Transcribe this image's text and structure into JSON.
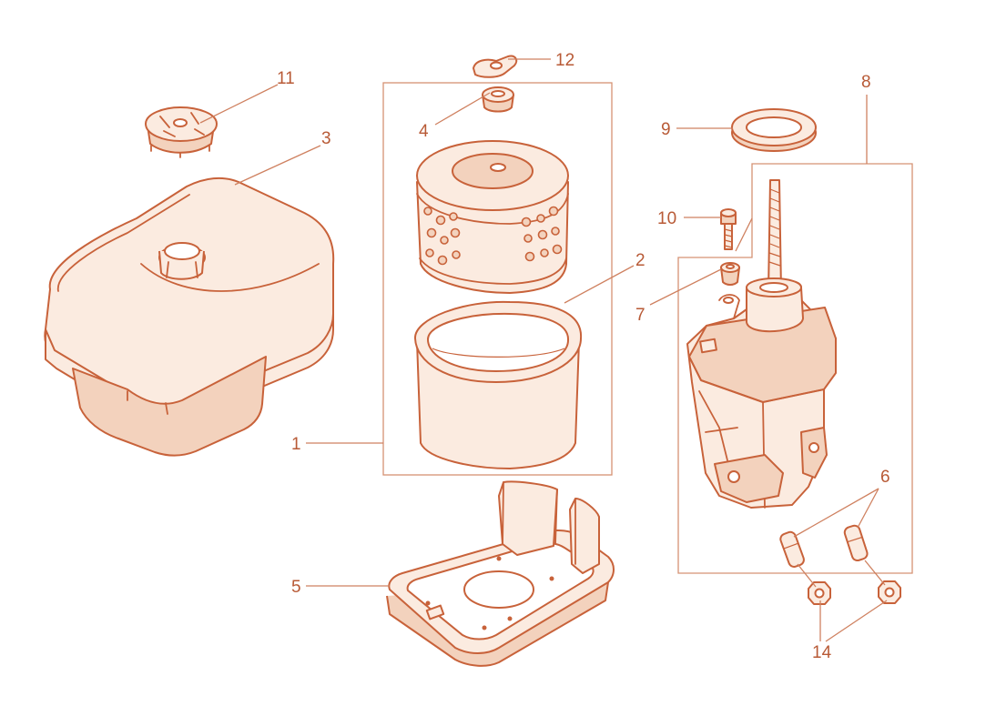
{
  "colors": {
    "line": "#c8623a",
    "fill": "#fbebe0",
    "shade": "#f3d2bd",
    "label": "#b85a36",
    "leader": "#cf8160",
    "bg": "#ffffff"
  },
  "callouts": [
    {
      "id": "c1",
      "text": "1"
    },
    {
      "id": "c2",
      "text": "2"
    },
    {
      "id": "c3",
      "text": "3"
    },
    {
      "id": "c4",
      "text": "4"
    },
    {
      "id": "c5",
      "text": "5"
    },
    {
      "id": "c6",
      "text": "6"
    },
    {
      "id": "c7",
      "text": "7"
    },
    {
      "id": "c8",
      "text": "8"
    },
    {
      "id": "c9",
      "text": "9"
    },
    {
      "id": "c10",
      "text": "10"
    },
    {
      "id": "c11",
      "text": "11"
    },
    {
      "id": "c12",
      "text": "12"
    },
    {
      "id": "c14",
      "text": "14"
    }
  ]
}
